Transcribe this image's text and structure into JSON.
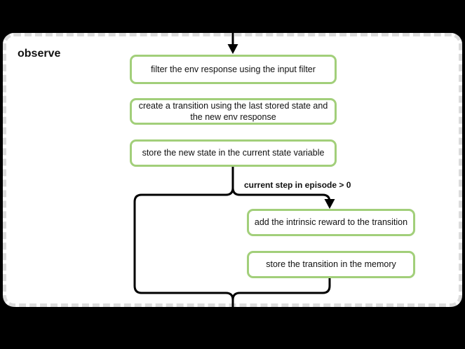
{
  "diagram": {
    "title": "observe",
    "branch_label": "current step in episode > 0",
    "nodes": [
      {
        "id": "filter-env-response",
        "label": "filter the env response using the input filter"
      },
      {
        "id": "create-transition",
        "label": "create a transition using the last stored state and the new env response"
      },
      {
        "id": "store-new-state",
        "label": "store the new state in the current state variable"
      },
      {
        "id": "add-intrinsic-reward",
        "label": "add the intrinsic reward to the transition"
      },
      {
        "id": "store-transition",
        "label": "store the transition in the memory"
      }
    ],
    "colors": {
      "background": "#000000",
      "container_bg": "#ffffff",
      "container_border": "#dcdcdc",
      "node_border": "#a2cf7a",
      "connector": "#000000",
      "text": "#111111"
    }
  }
}
